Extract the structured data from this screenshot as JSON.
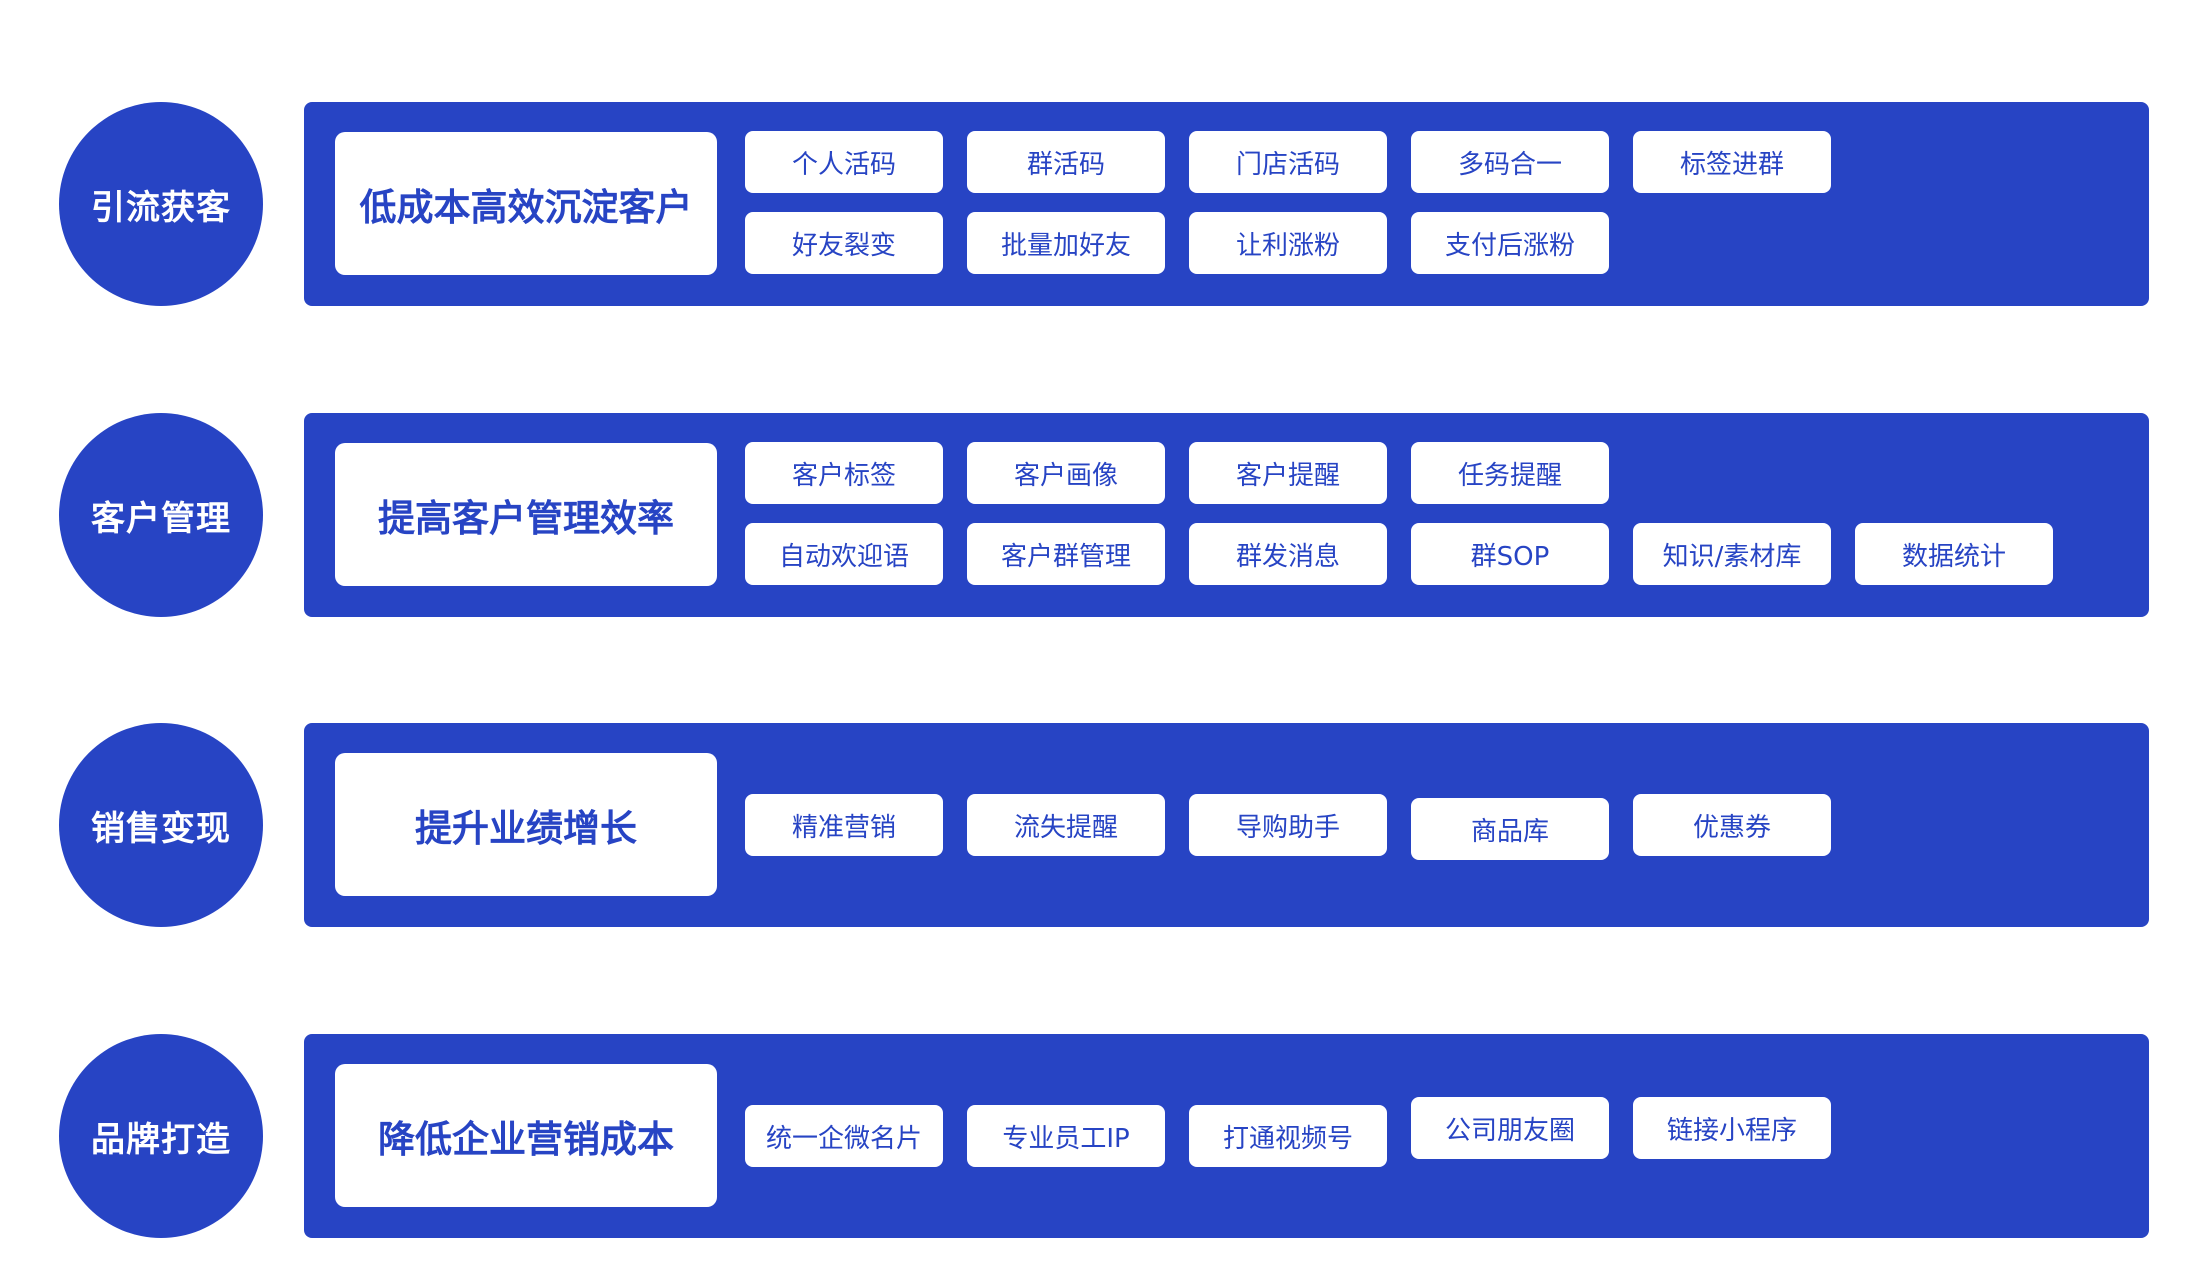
{
  "rows": [
    {
      "category": "引流获客",
      "goal": "低成本高效沉淀客户",
      "tags": [
        "个人活码",
        "群活码",
        "门店活码",
        "多码合一",
        "标签进群",
        "好友裂变",
        "批量加好友",
        "让利涨粉",
        "支付后涨粉"
      ]
    },
    {
      "category": "客户管理",
      "goal": "提高客户管理效率",
      "tags": [
        "客户标签",
        "客户画像",
        "客户提醒",
        "任务提醒",
        "自动欢迎语",
        "客户群管理",
        "群发消息",
        "群SOP",
        "知识/素材库",
        "数据统计"
      ]
    },
    {
      "category": "销售变现",
      "goal": "提升业绩增长",
      "tags": [
        "精准营销",
        "流失提醒",
        "导购助手",
        "商品库",
        "优惠券"
      ]
    },
    {
      "category": "品牌打造",
      "goal": "降低企业营销成本",
      "tags": [
        "统一企微名片",
        "专业员工IP",
        "打通视频号",
        "公司朋友圈",
        "链接小程序"
      ]
    }
  ],
  "colors": {
    "accent": "#2744c4",
    "card": "#ffffff"
  }
}
